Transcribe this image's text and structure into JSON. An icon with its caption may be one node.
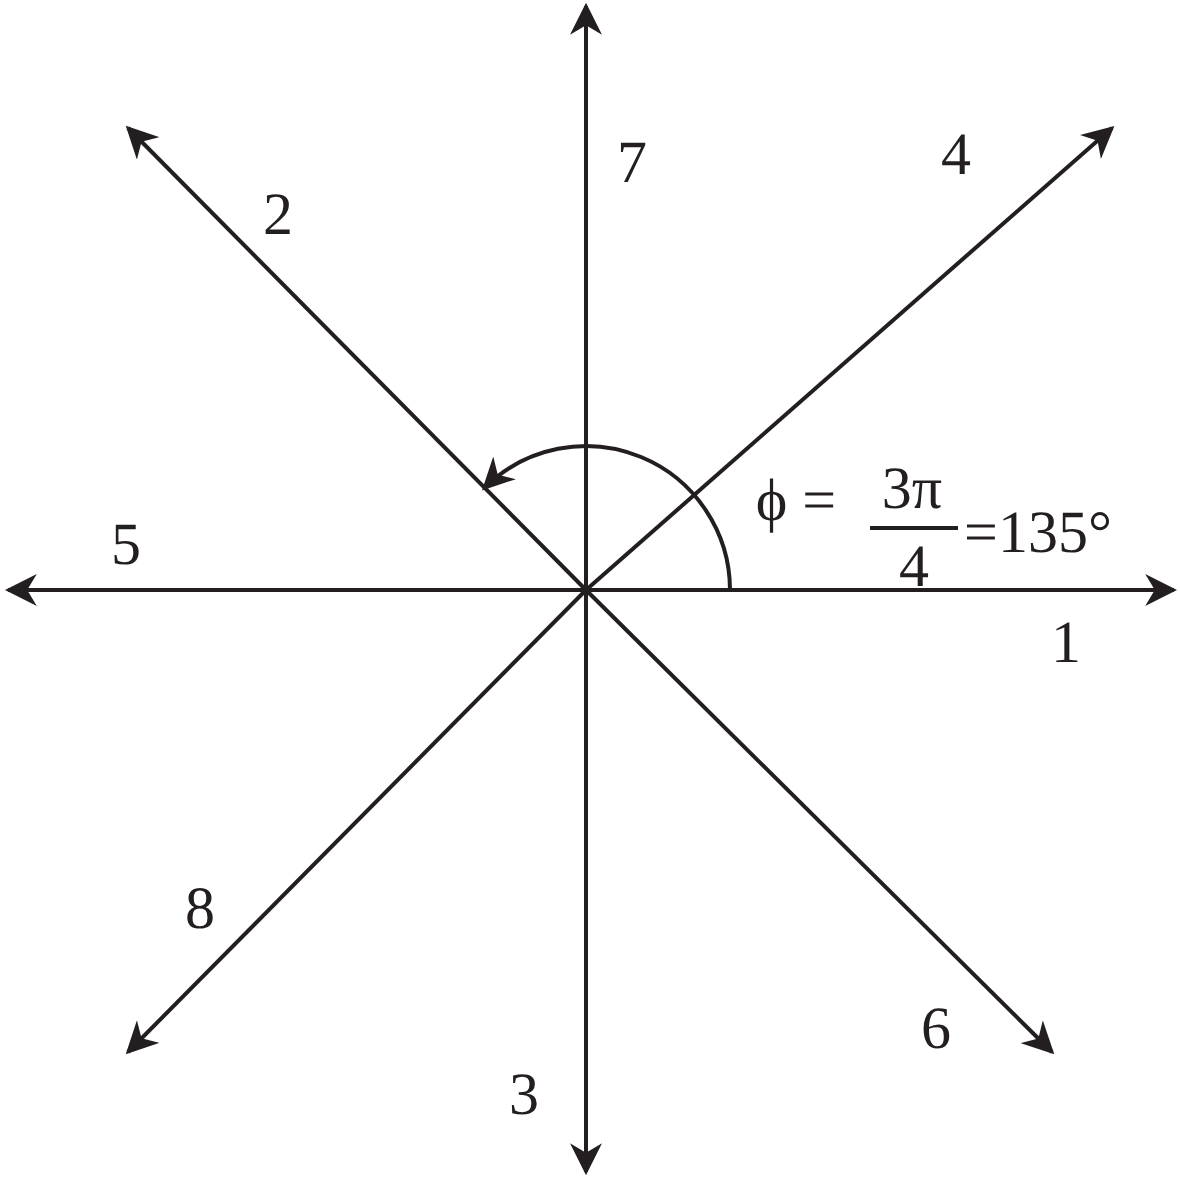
{
  "diagram": {
    "labels": [
      "7",
      "4",
      "2",
      "ϕ =",
      "3π",
      "4",
      "=135°",
      "5",
      "1",
      "8",
      "6",
      "3"
    ]
  }
}
